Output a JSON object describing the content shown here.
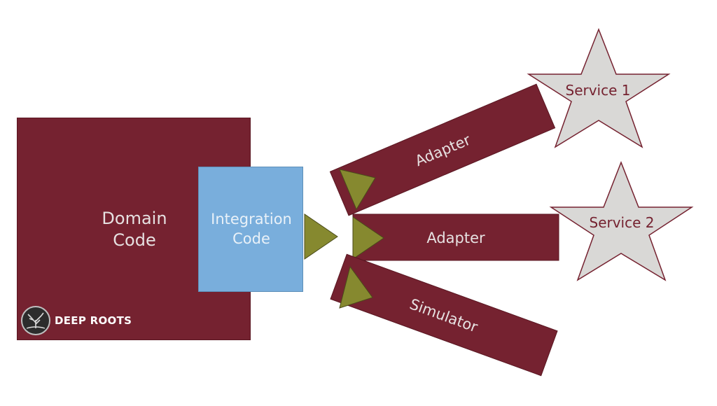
{
  "domain": {
    "label": "Domain\nCode"
  },
  "integration": {
    "label": "Integration\nCode"
  },
  "logo": {
    "text": "DEEP ROOTS"
  },
  "adapters": [
    {
      "label": "Adapter"
    },
    {
      "label": "Adapter"
    },
    {
      "label": "Simulator"
    }
  ],
  "services": [
    {
      "label": "Service 1"
    },
    {
      "label": "Service 2"
    }
  ],
  "colors": {
    "maroon": "#752230",
    "blue": "#79aedc",
    "olive": "#86892f",
    "star_fill": "#d9d8d6"
  }
}
